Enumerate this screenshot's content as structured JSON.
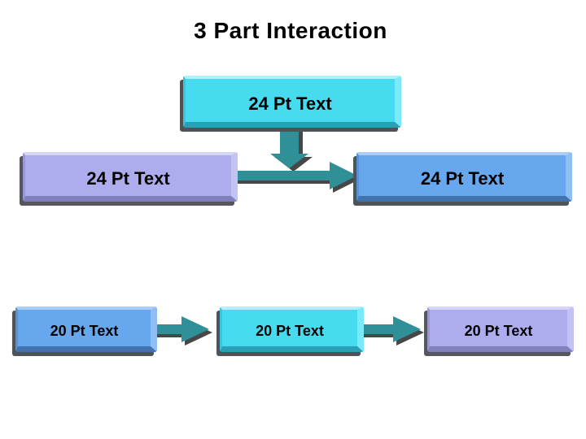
{
  "title": "3 Part Interaction",
  "boxes": {
    "top_center": {
      "label": "24 Pt Text",
      "fill": "#47dbf0",
      "color_name": "cyan"
    },
    "middle_left": {
      "label": "24 Pt Text",
      "fill": "#adadee",
      "color_name": "lavender"
    },
    "middle_right": {
      "label": "24 Pt Text",
      "fill": "#66a7ee",
      "color_name": "blue"
    },
    "bottom_left": {
      "label": "20 Pt Text",
      "fill": "#66a7ee",
      "color_name": "blue"
    },
    "bottom_center": {
      "label": "20 Pt Text",
      "fill": "#47dbf0",
      "color_name": "cyan"
    },
    "bottom_right": {
      "label": "20 Pt Text",
      "fill": "#adadee",
      "color_name": "lavender"
    }
  },
  "connections": [
    {
      "from": "top_center",
      "to": "middle_right",
      "type": "down-arrow-into-horizontal-connector"
    },
    {
      "from": "middle_left",
      "to": "middle_right",
      "type": "right-arrow"
    },
    {
      "from": "bottom_left",
      "to": "bottom_center",
      "type": "right-arrow"
    },
    {
      "from": "bottom_center",
      "to": "bottom_right",
      "type": "right-arrow"
    }
  ],
  "colors": {
    "background": "#ffffff",
    "title_text": "#000000",
    "box_text": "#000000",
    "arrow_teal": "#2f9097",
    "arrow_shadow_gray": "#474747",
    "box_shadow_gray": "#4d5357",
    "cyan_fill": "#47dbf0",
    "lavender_fill": "#adadee",
    "blue_fill": "#66a7ee"
  }
}
